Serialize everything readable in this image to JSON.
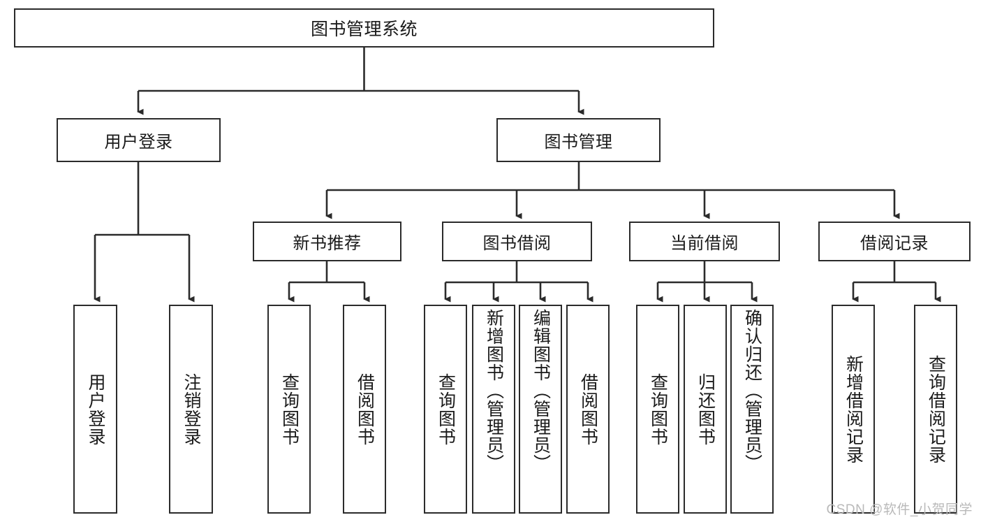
{
  "diagram": {
    "title": "图书管理系统",
    "type": "hierarchy-tree",
    "nodes": {
      "root": {
        "label": "图书管理系统"
      },
      "level2": [
        {
          "id": "user-login",
          "label": "用户登录"
        },
        {
          "id": "book-management",
          "label": "图书管理"
        }
      ],
      "level3": [
        {
          "id": "new-book-recommend",
          "label": "新书推荐"
        },
        {
          "id": "book-borrow",
          "label": "图书借阅"
        },
        {
          "id": "current-borrow",
          "label": "当前借阅"
        },
        {
          "id": "borrow-record",
          "label": "借阅记录"
        }
      ],
      "leaves": [
        {
          "id": "leaf-user-login",
          "label": "用户登录"
        },
        {
          "id": "leaf-user-logout",
          "label": "注销登录"
        },
        {
          "id": "leaf-query-book-1",
          "label": "查询图书"
        },
        {
          "id": "leaf-borrow-book-1",
          "label": "借阅图书"
        },
        {
          "id": "leaf-query-book-2",
          "label": "查询图书"
        },
        {
          "id": "leaf-add-book",
          "label": "新增图书（管理员）"
        },
        {
          "id": "leaf-edit-book",
          "label": "编辑图书（管理员）"
        },
        {
          "id": "leaf-borrow-book-2",
          "label": "借阅图书"
        },
        {
          "id": "leaf-query-book-3",
          "label": "查询图书"
        },
        {
          "id": "leaf-return-book",
          "label": "归还图书"
        },
        {
          "id": "leaf-confirm-return",
          "label": "确认归还（管理员）"
        },
        {
          "id": "leaf-add-record",
          "label": "新增借阅记录"
        },
        {
          "id": "leaf-query-record",
          "label": "查询借阅记录"
        }
      ]
    }
  },
  "watermark": {
    "text": "CSDN @软件_小贺同学"
  },
  "colors": {
    "border": "#2b2b2b",
    "background": "#ffffff",
    "text": "#1a1a1a",
    "watermark": "#b9b9b9"
  }
}
